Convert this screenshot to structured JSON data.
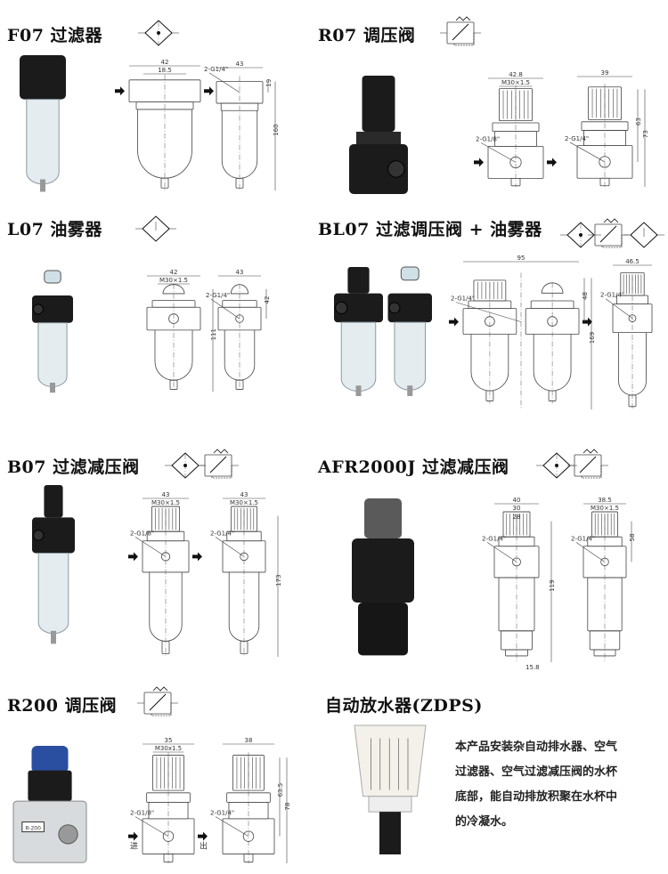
{
  "sections": [
    {
      "id": "f07",
      "title": "F07 过滤器",
      "symbols": [
        "filter"
      ],
      "photo": "filter",
      "drawings": [
        {
          "type": "filter",
          "arrows": true,
          "labels": {
            "width": "42",
            "inner": "18.5"
          }
        },
        {
          "type": "filter",
          "labels": {
            "width": "43",
            "port": "2-G1/4\"",
            "height": "160",
            "height2": "19"
          }
        }
      ]
    },
    {
      "id": "r07",
      "title": "R07 调压阀",
      "symbols": [
        "regulator"
      ],
      "photo": "regulator",
      "drawings": [
        {
          "type": "regulator",
          "arrows": true,
          "labels": {
            "width": "42.8",
            "inner": "M30×1.5",
            "port": "2-G1/8\""
          }
        },
        {
          "type": "regulator",
          "labels": {
            "width": "39",
            "port": "2-G1/4\"",
            "height": "73",
            "height2": "63"
          }
        }
      ]
    },
    {
      "id": "l07",
      "title": "L07 油雾器",
      "symbols": [
        "lubricator"
      ],
      "photo": "lubricator",
      "drawings": [
        {
          "type": "lubricator",
          "labels": {
            "width": "42",
            "inner": "M30×1.5",
            "height": "111"
          }
        },
        {
          "type": "lubricator",
          "labels": {
            "width": "43",
            "port": "2-G1/4\"",
            "height2": "42"
          }
        }
      ]
    },
    {
      "id": "bl07",
      "title": "BL07 过滤调压阀 + 油雾器",
      "symbols": [
        "filter",
        "regulator",
        "lubricator"
      ],
      "photo": "combo",
      "drawings": [
        {
          "type": "combo",
          "arrows": true,
          "labels": {
            "width": "95",
            "port": "2-G1/4\"",
            "height": "169",
            "height2": "48"
          }
        },
        {
          "type": "filter-regulator",
          "labels": {
            "width": "46.5",
            "port": "2-G1/4\""
          }
        }
      ]
    },
    {
      "id": "b07",
      "title": "B07 过滤减压阀",
      "symbols": [
        "filter",
        "regulator"
      ],
      "photo": "filter-regulator",
      "drawings": [
        {
          "type": "filter-regulator",
          "arrows": true,
          "labels": {
            "width": "43",
            "inner": "M30×1.5",
            "port": "2-G1/8\""
          }
        },
        {
          "type": "filter-regulator",
          "labels": {
            "width": "43",
            "inner": "M30×1.5",
            "port": "2-G1/4\"",
            "height": "173"
          }
        }
      ]
    },
    {
      "id": "afr2000j",
      "title": "AFR2000J 过滤减压阀",
      "symbols": [
        "filter",
        "regulator"
      ],
      "photo": "afr",
      "drawings": [
        {
          "type": "afr",
          "labels": {
            "width": "40",
            "inner": "30",
            "inner2": "28",
            "port": "2-G1/4\"",
            "height": "119",
            "bottom": "15.8"
          }
        },
        {
          "type": "afr",
          "labels": {
            "width": "38.5",
            "inner": "M30×1.5",
            "port": "2-G1/4\"",
            "height2": "58"
          }
        }
      ]
    },
    {
      "id": "r200",
      "title": "R200 调压阀",
      "symbols": [
        "regulator"
      ],
      "photo": "r200",
      "drawings": [
        {
          "type": "regulator",
          "arrows": true,
          "labels": {
            "width": "35",
            "inner": "M30x1.5",
            "port": "2-G1/8\"",
            "in": "进",
            "out": "出"
          }
        },
        {
          "type": "regulator",
          "labels": {
            "width": "38",
            "port": "2-G1/4\"",
            "height": "78",
            "height2": "63.5"
          }
        }
      ]
    },
    {
      "id": "zdps",
      "title": "自动放水器(ZDPS)",
      "symbols": [],
      "photo": "zdps",
      "drawings": []
    }
  ],
  "zdps_description": [
    "本产品安装杂自动排水器、空气",
    "过滤器、空气过滤减压阀的水杯",
    "底部，能自动排放积聚在水杯中",
    "的冷凝水。"
  ],
  "photo_badges": {
    "r200": "R-200"
  },
  "colors": {
    "ink": "#1a1a1a",
    "line": "#444444",
    "knob_blue": "#2a4fa0"
  }
}
